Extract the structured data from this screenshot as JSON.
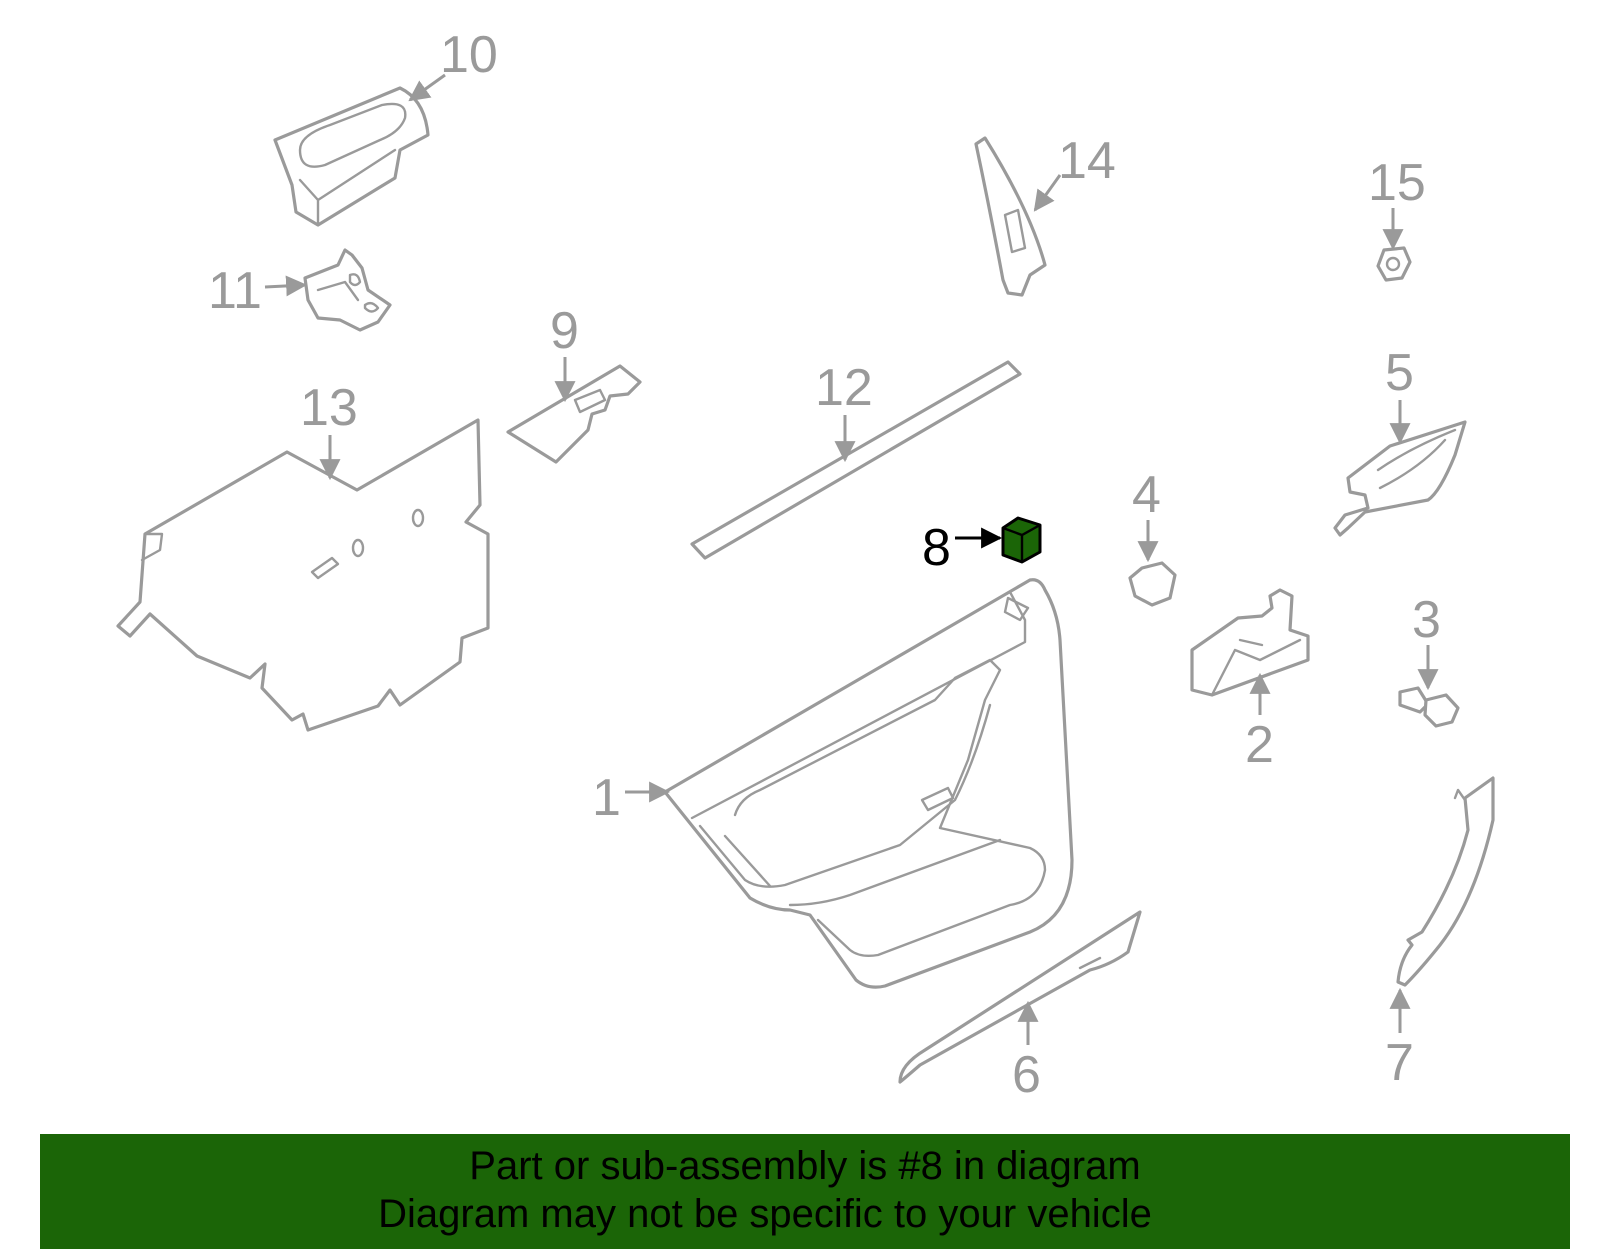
{
  "diagram": {
    "highlight_color": "#1b6507",
    "line_color": "#9a9a9a",
    "callouts": [
      {
        "id": "1",
        "label": "1"
      },
      {
        "id": "2",
        "label": "2"
      },
      {
        "id": "3",
        "label": "3"
      },
      {
        "id": "4",
        "label": "4"
      },
      {
        "id": "5",
        "label": "5"
      },
      {
        "id": "6",
        "label": "6"
      },
      {
        "id": "7",
        "label": "7"
      },
      {
        "id": "8",
        "label": "8",
        "highlighted": true
      },
      {
        "id": "9",
        "label": "9"
      },
      {
        "id": "10",
        "label": "10"
      },
      {
        "id": "11",
        "label": "11"
      },
      {
        "id": "12",
        "label": "12"
      },
      {
        "id": "13",
        "label": "13"
      },
      {
        "id": "14",
        "label": "14"
      },
      {
        "id": "15",
        "label": "15"
      }
    ]
  },
  "footer": {
    "line1": "Part or sub-assembly is #8 in diagram",
    "line2": "Diagram may not be specific to your vehicle",
    "background": "#1b6507"
  }
}
